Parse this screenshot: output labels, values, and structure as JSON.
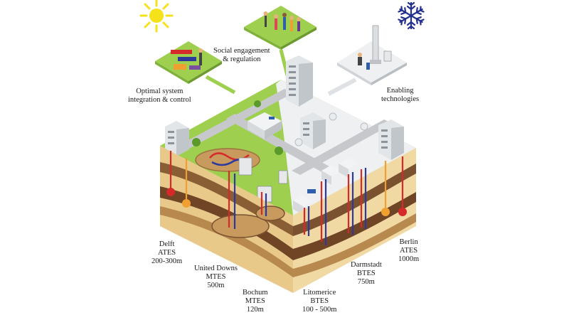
{
  "callouts": {
    "social": [
      "Social engagement",
      "& regulation"
    ],
    "integration": [
      "Optimal system",
      "integration & control"
    ],
    "enabling": [
      "Enabling",
      "technologies"
    ]
  },
  "sites": [
    {
      "city": "Delft",
      "type": "ATES",
      "depth": "200-300m"
    },
    {
      "city": "United Downs",
      "type": "MTES",
      "depth": "500m"
    },
    {
      "city": "Bochum",
      "type": "MTES",
      "depth": "120m"
    },
    {
      "city": "Litomerice",
      "type": "BTES",
      "depth": "100 - 500m"
    },
    {
      "city": "Darmstadt",
      "type": "BTES",
      "depth": "750m"
    },
    {
      "city": "Berlin",
      "type": "ATES",
      "depth": "1000m"
    }
  ],
  "icons": {
    "summer": "sun-icon",
    "winter": "snowflake-icon"
  },
  "colors": {
    "grass": "#9fcf4e",
    "grass_dark": "#7fb23a",
    "snow": "#eef0f2",
    "road": "#c6c8cb",
    "soil_light": "#e9c98a",
    "soil_mid": "#b8894f",
    "soil_dark": "#7a5230",
    "hot_pipe": "#d42a2a",
    "cold_pipe": "#2d3a9c",
    "sun": "#f5e21a",
    "snowflake": "#23308f"
  }
}
